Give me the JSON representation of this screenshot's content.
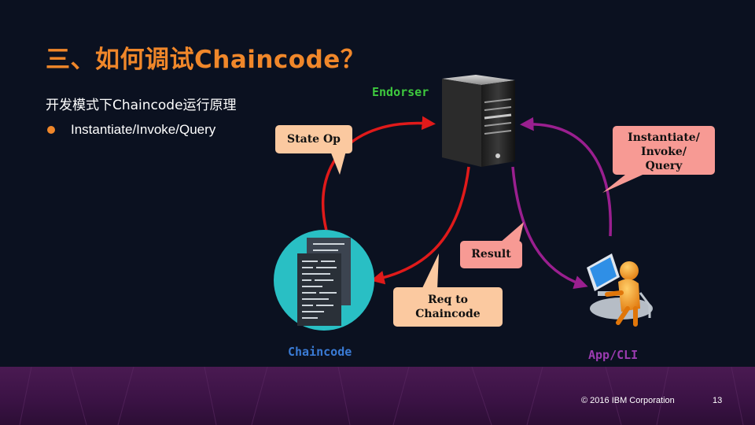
{
  "slide": {
    "title": "三、如何调试Chaincode？",
    "subtitle": "开发模式下Chaincode运行原理",
    "bullets": [
      "Instantiate/Invoke/Query"
    ],
    "accent_color": "#f0872a",
    "footer": {
      "copyright": "© 2016 IBM Corporation",
      "page_number": "13"
    }
  },
  "diagram": {
    "nodes": {
      "endorser": {
        "label": "Endorser",
        "icon": "server-icon",
        "label_color": "#3ec93e"
      },
      "chaincode": {
        "label": "Chaincode",
        "icon": "code-document-icon",
        "label_color": "#3a7bd5"
      },
      "app_cli": {
        "label": "App/CLI",
        "icon": "person-at-computer-icon",
        "label_color": "#9b3bb0"
      }
    },
    "callouts": {
      "state_op": {
        "text": "State Op",
        "color": "#fbc9a0"
      },
      "instantiate": {
        "line1": "Instantiate/",
        "line2": "Invoke/",
        "line3": "Query",
        "color": "#f79a94"
      },
      "result": {
        "text": "Result",
        "color": "#f79a94"
      },
      "req_to_chaincode": {
        "line1": "Req to",
        "line2": "Chaincode",
        "color": "#fbc9a0"
      }
    },
    "arrow_colors": {
      "chaincode_loop": "#e01a1a",
      "app_loop": "#9a1f8f"
    }
  }
}
